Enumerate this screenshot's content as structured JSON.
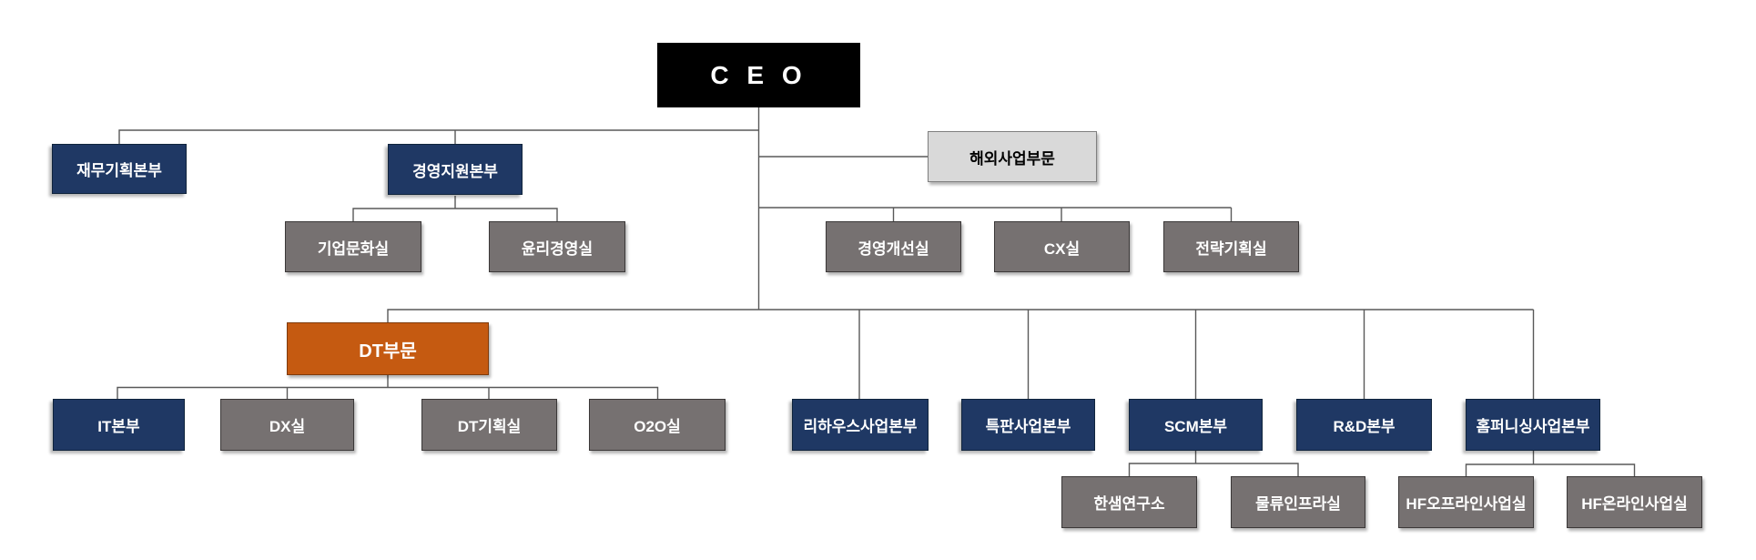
{
  "nodes": {
    "ceo": {
      "label": "C E O",
      "level": 0,
      "parent": null
    },
    "finance": {
      "label": "재무기획본부",
      "level": 1,
      "parent": "ceo"
    },
    "mgmt_support": {
      "label": "경영지원본부",
      "level": 1,
      "parent": "ceo"
    },
    "overseas": {
      "label": "해외사업부문",
      "level": 1,
      "parent": "ceo"
    },
    "corp_culture": {
      "label": "기업문화실",
      "level": 2,
      "parent": "mgmt_support"
    },
    "ethics": {
      "label": "윤리경영실",
      "level": 2,
      "parent": "mgmt_support"
    },
    "mgmt_improve": {
      "label": "경영개선실",
      "level": 2,
      "parent": "ceo"
    },
    "cx": {
      "label": "CX실",
      "level": 2,
      "parent": "ceo"
    },
    "strategy": {
      "label": "전략기획실",
      "level": 2,
      "parent": "ceo"
    },
    "dt_division": {
      "label": "DT부문",
      "level": 1,
      "parent": "ceo"
    },
    "it": {
      "label": "IT본부",
      "level": 2,
      "parent": "dt_division"
    },
    "dx": {
      "label": "DX실",
      "level": 2,
      "parent": "dt_division"
    },
    "dt_planning": {
      "label": "DT기획실",
      "level": 2,
      "parent": "dt_division"
    },
    "o2o": {
      "label": "O2O실",
      "level": 2,
      "parent": "dt_division"
    },
    "rehaus": {
      "label": "리하우스사업본부",
      "level": 1,
      "parent": "ceo"
    },
    "special_sales": {
      "label": "특판사업본부",
      "level": 1,
      "parent": "ceo"
    },
    "scm": {
      "label": "SCM본부",
      "level": 1,
      "parent": "ceo"
    },
    "rnd": {
      "label": "R&D본부",
      "level": 1,
      "parent": "ceo"
    },
    "home_furnishing": {
      "label": "홈퍼니싱사업본부",
      "level": 1,
      "parent": "ceo"
    },
    "hansem_lab": {
      "label": "한샘연구소",
      "level": 2,
      "parent": "scm"
    },
    "logistics_infra": {
      "label": "물류인프라실",
      "level": 2,
      "parent": "scm"
    },
    "hf_offline": {
      "label": "HF오프라인사업실",
      "level": 2,
      "parent": "home_furnishing"
    },
    "hf_online": {
      "label": "HF온라인사업실",
      "level": 2,
      "parent": "home_furnishing"
    }
  },
  "colors": {
    "ceo_bg": "#000000",
    "ceo_text": "#FFFFFF",
    "navy_bg": "#1F3864",
    "gray_bg": "#767171",
    "light_bg": "#D9D9D9",
    "orange_bg": "#C55A11",
    "line": "#595959"
  }
}
